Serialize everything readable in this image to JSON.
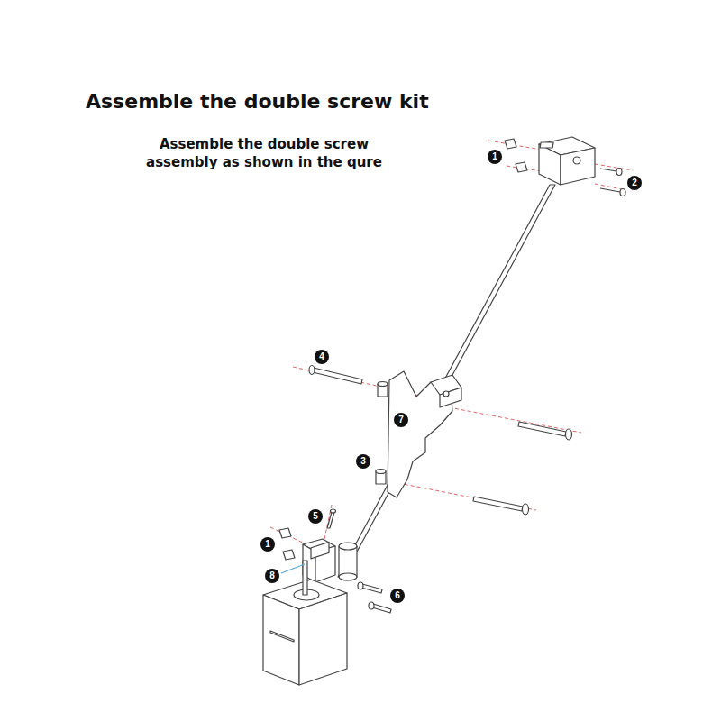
{
  "diagram": {
    "title": "Assemble the double screw kit",
    "caption": "Assemble the double screw assembly as shown in the qure",
    "labels": [
      "1",
      "2",
      "4",
      "7",
      "3",
      "5",
      "1",
      "8",
      "6"
    ]
  }
}
